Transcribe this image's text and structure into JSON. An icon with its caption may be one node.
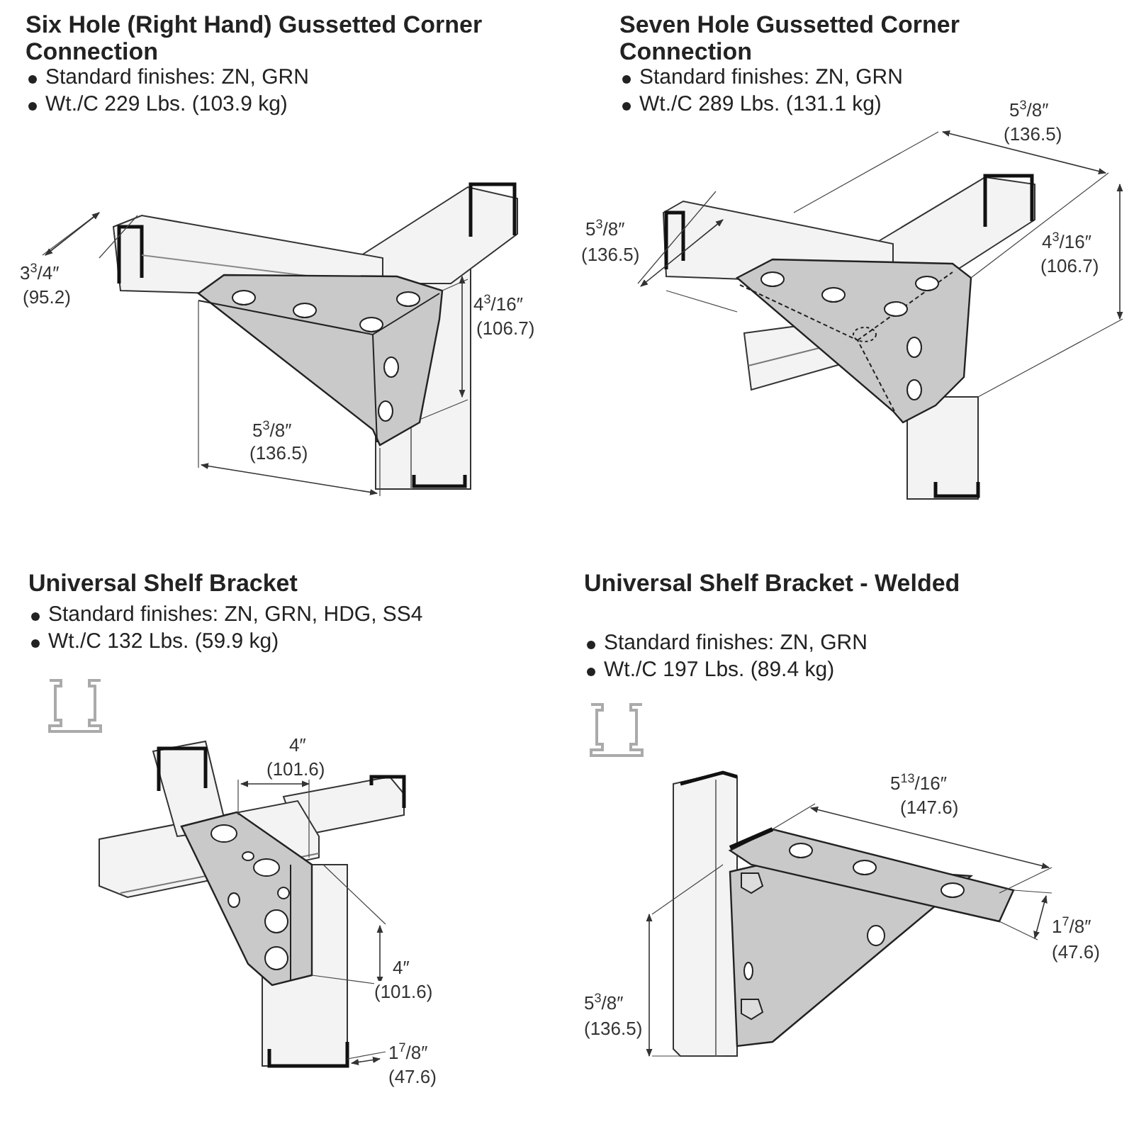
{
  "diagram": {
    "labels": [
      "Six Hole (Right Hand) Gussetted Corner Connection",
      "Standard finishes: ZN, GRN",
      "Wt./C 229 Lbs. (103.9 kg)",
      "3$^{3}$/4″",
      "(95.2)",
      "4$^{3}$/16″",
      "(106.7)",
      "5$^{3}$/8″",
      "(136.5)",
      "Seven Hole Gussetted Corner Connection",
      "Standard finishes: ZN, GRN",
      "Wt./C 289 Lbs. (131.1 kg)",
      "5$^{3}$/8″",
      "(136.5)",
      "5$^{3}$/8″",
      "(136.5)",
      "4$^{3}$/16″",
      "(106.7)",
      "Universal Shelf Bracket",
      "Standard finishes: ZN, GRN, HDG, SS4",
      "Wt./C 132 Lbs. (59.9 kg)",
      "4″",
      "(101.6)",
      "4″",
      "(101.6)",
      "1$^{7}$/8″",
      "(47.6)",
      "Universal Shelf Bracket - Welded",
      "Standard finishes: ZN, GRN",
      "Wt./C 197 Lbs. (89.4 kg)",
      "5$^{13}$/16″",
      "(147.6)",
      "1$^{7}$/8″",
      "(47.6)",
      "5$^{3}$/8″",
      "(136.5)"
    ]
  }
}
